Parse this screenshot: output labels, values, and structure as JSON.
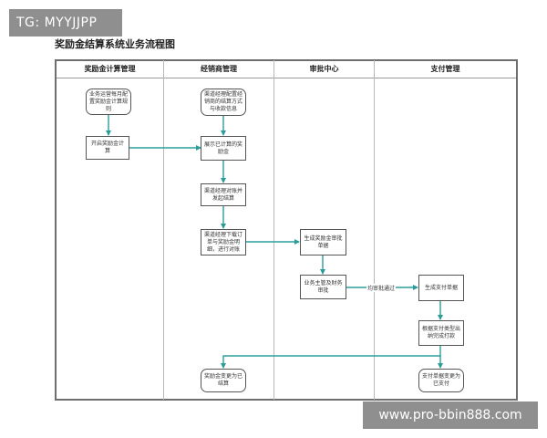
{
  "tag": "TG: MYYJJPP",
  "title": "奖励金结算系统业务流程图",
  "lanes": [
    "奖励金计算管理",
    "经销商管理",
    "审批中心",
    "支付管理"
  ],
  "nodes": {
    "n1": "业务运营每月配置奖励金计算规则",
    "n2": "开启奖励金计算",
    "n3": "渠道经理配置经销商的结算方式与收款信息",
    "n4": "展示已计算的奖励金",
    "n5": "渠道经理对账并发起结算",
    "n6": "渠道经理下载订单与奖励金明细，进行对账",
    "n7": "生成奖励金审批单据",
    "n8": "业务主管及财务审批",
    "n9": "生成支付单据",
    "n10": "根据支付类型出纳完成打款",
    "n11": "奖励金变更为已结算",
    "n12": "支付单据变更为已支付"
  },
  "edge_labels": {
    "approved": "均审批通过"
  },
  "watermark": "www.pro-bbin888.com",
  "colors": {
    "arrow": "#2a9d9b",
    "border": "#555555"
  }
}
